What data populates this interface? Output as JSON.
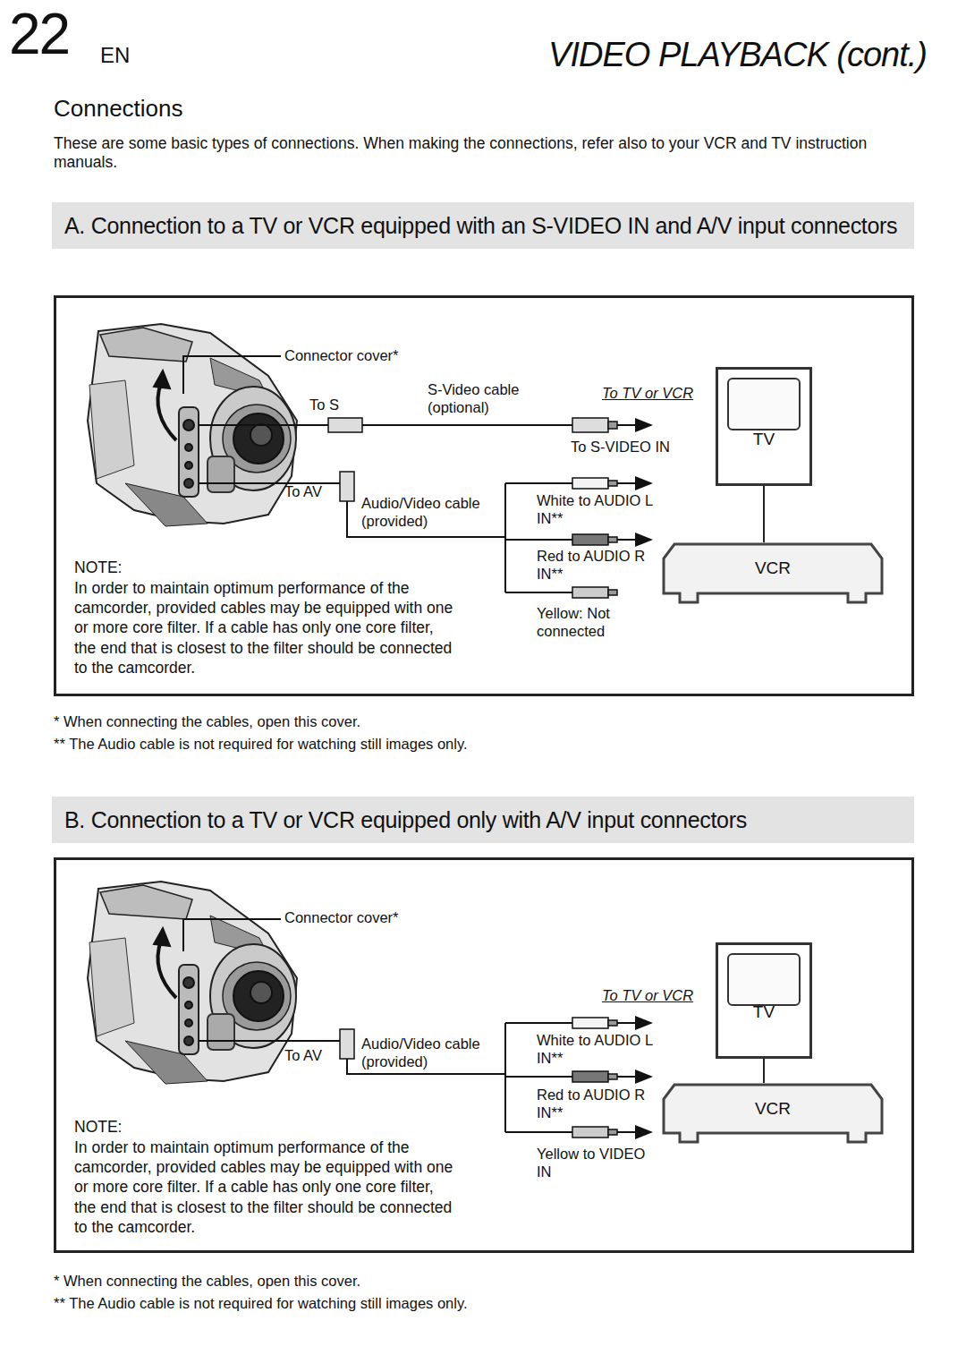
{
  "diagram": {
    "title": "VIDEO PLAYBACK (cont.)",
    "nodes": [
      {
        "text": [
          "A. Connection to a TV or VCR equipped with an S-VIDEO IN and A/V input connectors"
        ]
      },
      {
        "text": [
          "NOTE:",
          "In order to maintain optimum performance of the camcorder, provided cables may be equipped with one or more core filter. If a cable has only one core filter, the end that is closest to the filter should be connected to the camcorder."
        ]
      },
      {
        "text": [
          "TV"
        ],
        "in": 1
      },
      {
        "text": [
          "VCR"
        ],
        "in": 1
      },
      {
        "text": [
          "B. Connection to a TV or VCR equipped only with A/V input connectors"
        ]
      },
      {
        "text": [
          "NOTE:",
          "In order to maintain optimum performance of the camcorder, provided cables may be equipped with one or more core filter. If a cable has only one core filter, the end that is closest to the filter should be connected to the camcorder."
        ]
      },
      {
        "text": [
          "TV"
        ],
        "in": 5
      },
      {
        "text": [
          "VCR"
        ],
        "in": 5
      }
    ],
    "edges": [
      {
        "from": 2,
        "to": 3,
        "arrow": "none"
      },
      {
        "from": 6,
        "to": 7,
        "arrow": "none"
      }
    ],
    "labels": [
      "22",
      "EN",
      "Connections",
      "These are some basic types of connections. When making the connections, refer also to your VCR and TV instruction manuals.",
      "Connector cover*",
      "To S",
      "S-Video cable (optional)",
      "To TV or VCR",
      "To S-VIDEO IN",
      "To AV",
      "Audio/Video cable (provided)",
      "White to AUDIO L IN**",
      "Red to AUDIO R IN**",
      "Yellow: Not connected",
      "* When connecting the cables, open this cover.",
      "** The Audio cable is not required for watching still images only.",
      "Connector cover*",
      "To TV or VCR",
      "To AV",
      "Audio/Video cable (provided)",
      "White to AUDIO L IN**",
      "Red to AUDIO R IN**",
      "Yellow to VIDEO IN",
      "* When connecting the cables, open this cover.",
      "** The Audio cable is not required for watching still images only."
    ]
  }
}
